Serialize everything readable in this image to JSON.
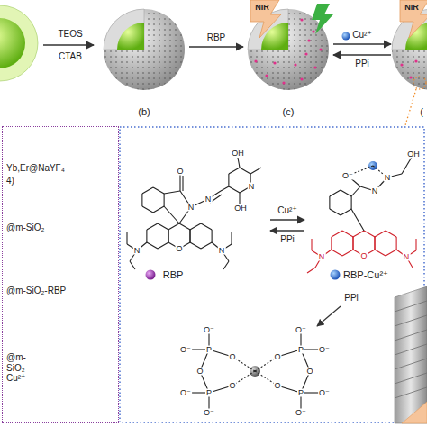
{
  "diagram": {
    "nodes": [
      {
        "text": [
          "(b)"
        ]
      },
      {
        "text": [
          "(c)"
        ]
      },
      {
        "text": [
          "("
        ]
      },
      {
        "text": [
          "Yb,Er@NaYF₄",
          "4)",
          "@m-SiO₂",
          "@m-SiO₂-RBP",
          "@m-SiO₂ Cu²⁺"
        ]
      },
      {
        "text": [
          "RBP"
        ]
      },
      {
        "text": [
          "RBP-Cu²⁺"
        ]
      }
    ],
    "edges": [
      {
        "from": 0,
        "to": 1,
        "label": "RBP",
        "arrow": "to"
      },
      {
        "from": 1,
        "to": 2,
        "label": "Cu²⁺",
        "arrow": "to"
      },
      {
        "from": 2,
        "to": 1,
        "label": "PPi",
        "arrow": "to"
      },
      {
        "from": 4,
        "to": 5,
        "label": "Cu²⁺",
        "arrow": "to"
      },
      {
        "from": 5,
        "to": 4,
        "label": "PPi",
        "arrow": "to"
      }
    ],
    "labels": [
      "TEOS",
      "CTAB",
      "NIR",
      "NIR",
      "O",
      "N",
      "N",
      "OH",
      "N",
      "OH",
      "O",
      "N",
      "N",
      "O⁻",
      "N",
      "N",
      "OH",
      "O",
      "N",
      "N",
      "PPi",
      "O⁻",
      "O⁻",
      "O⁻",
      "O⁻",
      "O⁻",
      "O⁻",
      "O⁻",
      "O⁻",
      "P",
      "P",
      "P",
      "P",
      "O",
      "O",
      "O",
      "O",
      "O",
      "O"
    ]
  }
}
